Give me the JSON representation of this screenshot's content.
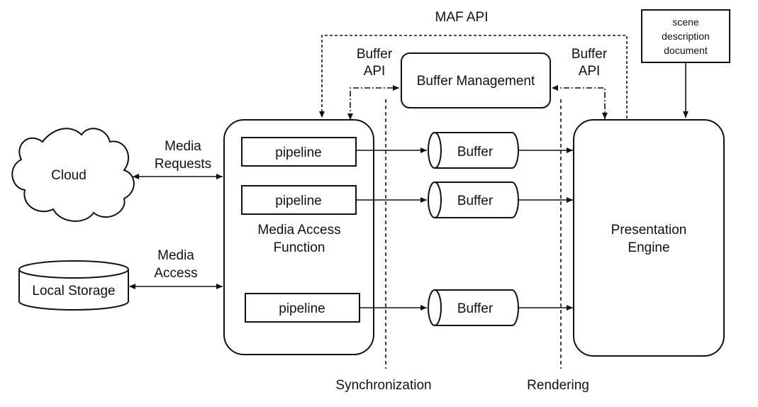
{
  "labels": {
    "maf_api": "MAF API",
    "buffer_api_left_1": "Buffer",
    "buffer_api_left_2": "API",
    "buffer_api_right_1": "Buffer",
    "buffer_api_right_2": "API",
    "buffer_management": "Buffer Management",
    "scene_1": "scene",
    "scene_2": "description",
    "scene_3": "document",
    "cloud": "Cloud",
    "media_requests_1": "Media",
    "media_requests_2": "Requests",
    "media_access_1": "Media",
    "media_access_2": "Access",
    "local_storage": "Local Storage",
    "pipeline_1": "pipeline",
    "pipeline_2": "pipeline",
    "pipeline_3": "pipeline",
    "maf_1": "Media Access",
    "maf_2": "Function",
    "buffer_1": "Buffer",
    "buffer_2": "Buffer",
    "buffer_3": "Buffer",
    "pe_1": "Presentation",
    "pe_2": "Engine",
    "synchronization": "Synchronization",
    "rendering": "Rendering"
  }
}
